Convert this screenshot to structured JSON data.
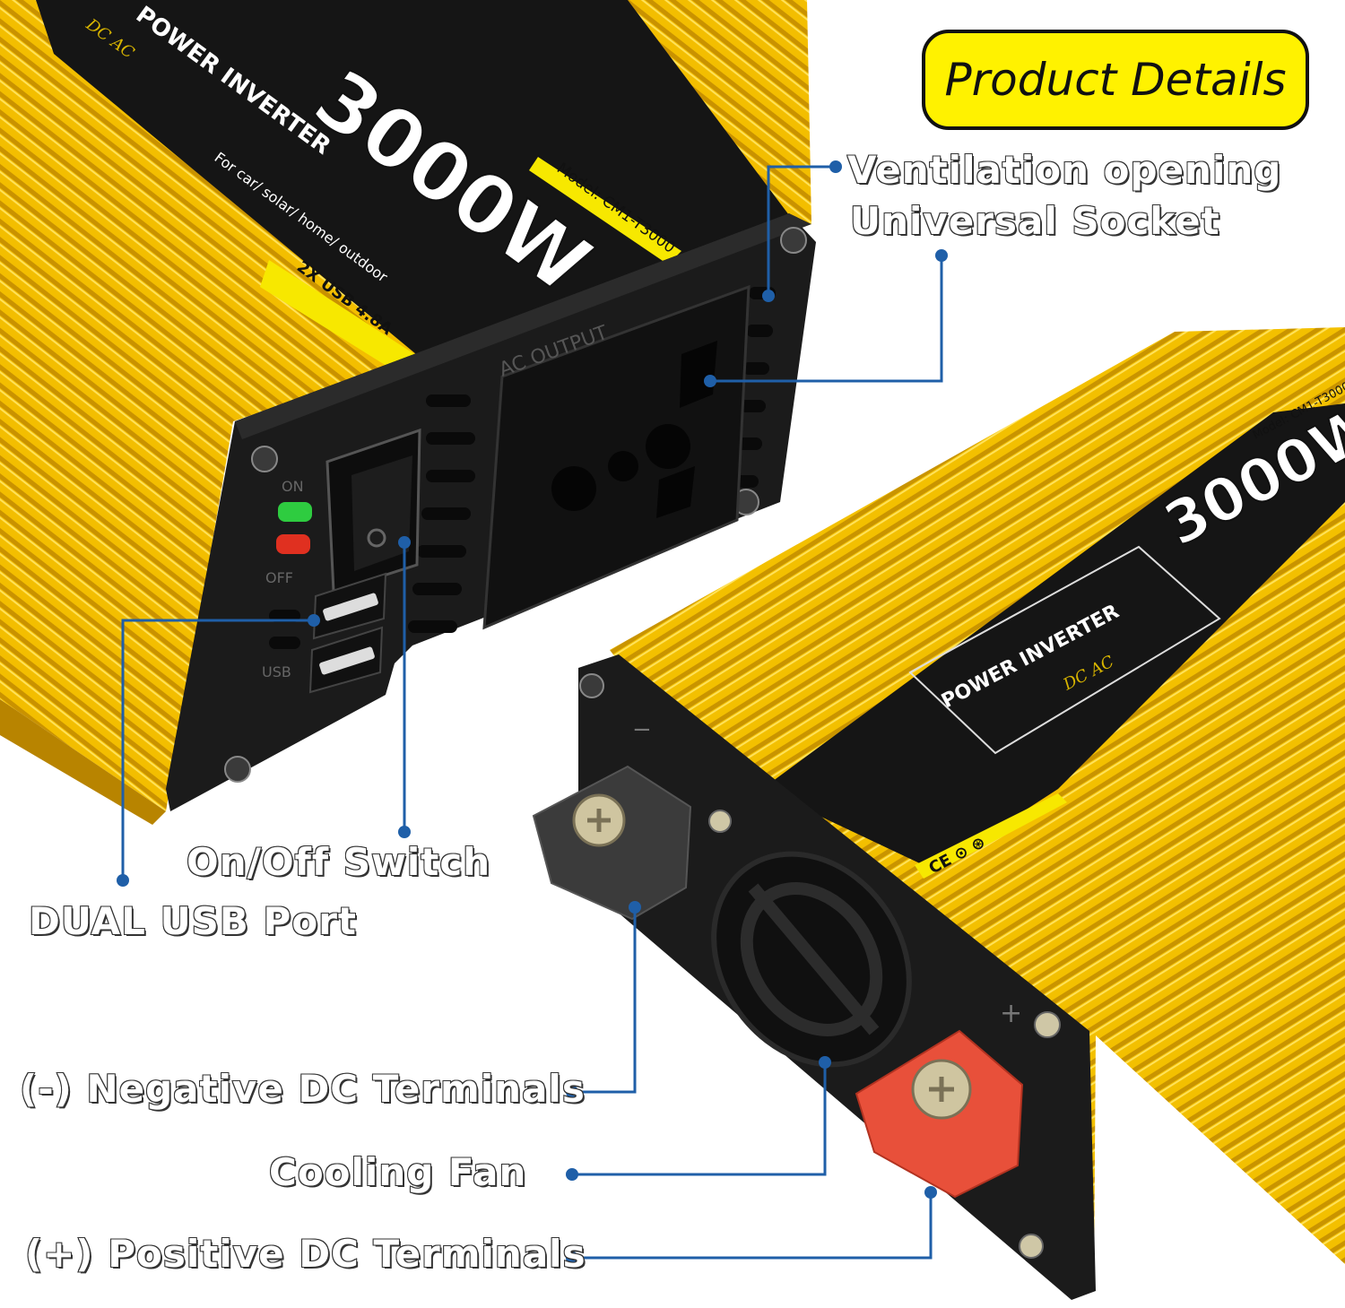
{
  "title": "Product Details",
  "callouts": {
    "ventilation": "Ventilation opening",
    "socket": "Universal Socket",
    "switch": "On/Off Switch",
    "usb": "DUAL USB Port",
    "negative": "(-) Negative DC Terminals",
    "fan": "Cooling Fan",
    "positive": "(+) Positive DC Terminals"
  },
  "product": {
    "wattage": "3000W",
    "name": "POWER INVERTER",
    "model": "Model: CM1-T3000",
    "usage": "For car/ solar/ home/ outdoor",
    "usb_spec": "2X USB 4.8A",
    "ac_output_label": "AC OUTPUT",
    "on_label": "ON",
    "off_label": "OFF",
    "usb_label": "USB",
    "brand": "DC AC",
    "neg_symbol": "−",
    "pos_symbol": "+"
  },
  "colors": {
    "body_yellow": "#f5c400",
    "body_yellow_dark": "#c99200",
    "panel_black": "#1b1b1b",
    "accent_blue": "#1f5fa8",
    "title_yellow": "#fff200",
    "terminal_red": "#e8503a",
    "led_green": "#2ecc40",
    "led_red": "#e03020"
  }
}
